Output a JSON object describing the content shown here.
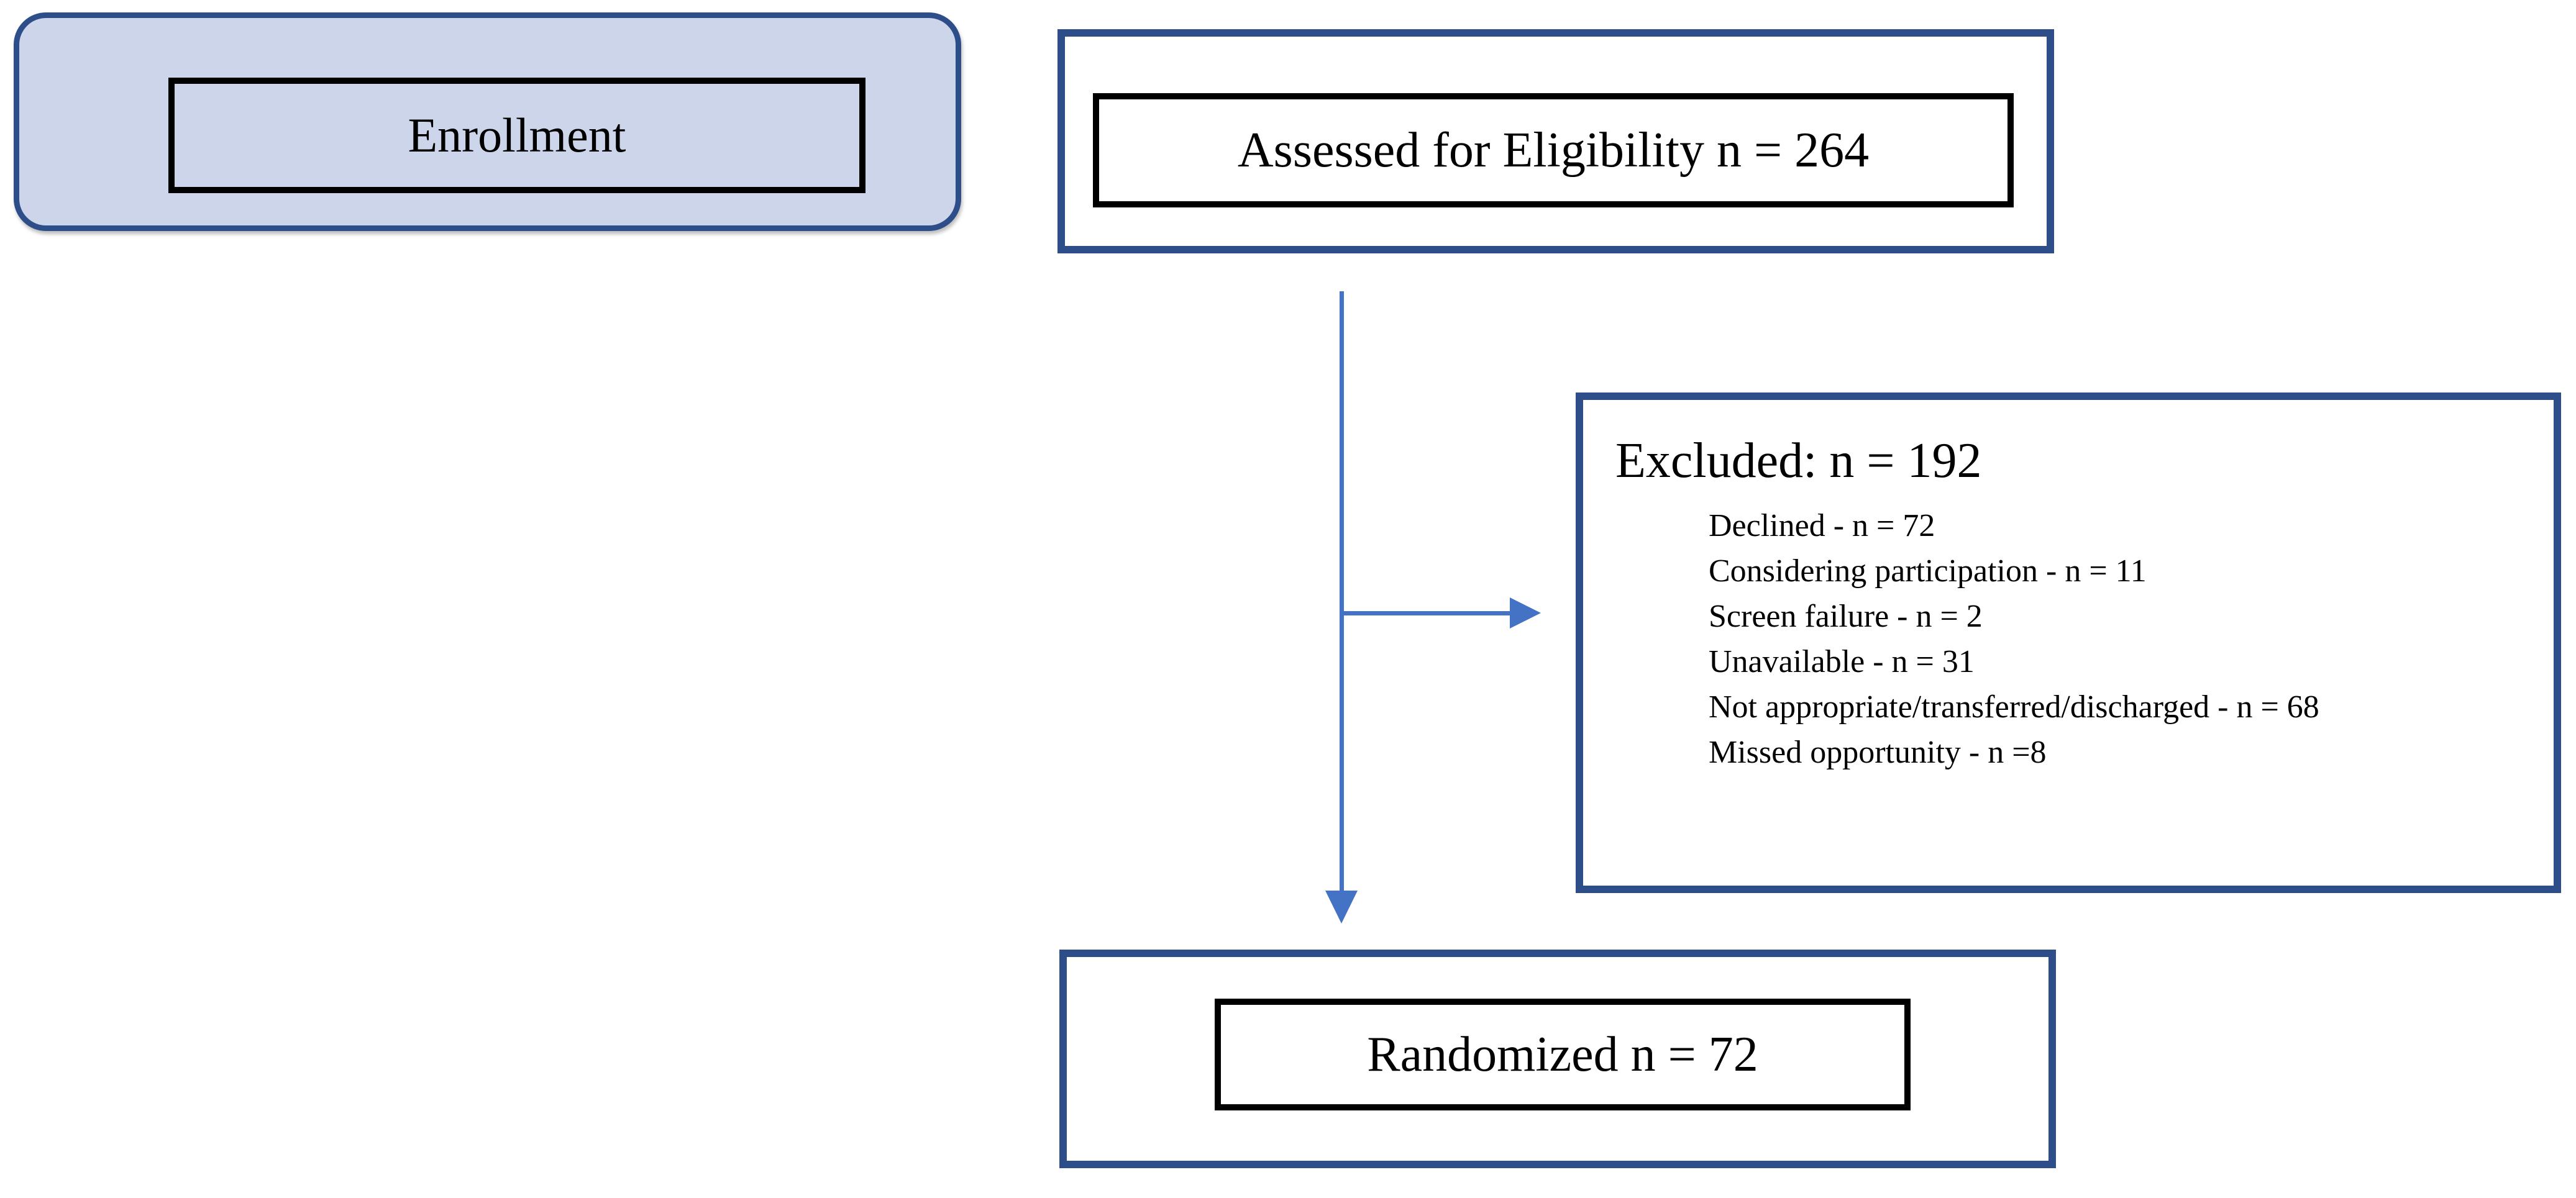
{
  "diagram": {
    "enrollment": {
      "label": "Enrollment"
    },
    "assessed": {
      "label": "Assessed for Eligibility n = 264"
    },
    "excluded": {
      "title": "Excluded: n = 192",
      "items": [
        "Declined - n = 72",
        "Considering participation - n = 11",
        "Screen failure - n = 2",
        "Unavailable - n = 31",
        "Not appropriate/transferred/discharged - n = 68",
        "Missed opportunity - n =8"
      ]
    },
    "randomized": {
      "label": "Randomized n = 72"
    },
    "colors": {
      "background": "#ffffff",
      "box_border": "#2d4e89",
      "inner_border": "#000000",
      "arrow": "#4472c4",
      "enrollment_fill": "#ccd5ea"
    }
  }
}
